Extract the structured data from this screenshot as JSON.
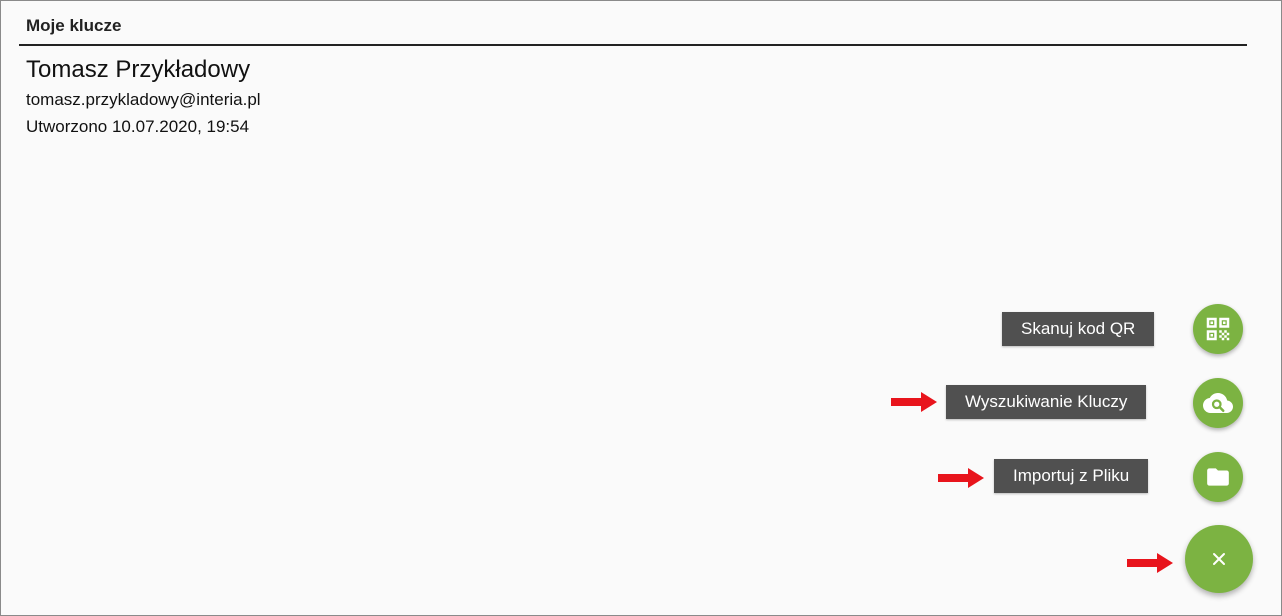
{
  "header": {
    "title": "Moje klucze"
  },
  "key": {
    "name": "Tomasz Przykładowy",
    "email": "tomasz.przykladowy@interia.pl",
    "created": "Utworzono 10.07.2020, 19:54"
  },
  "fab_menu": {
    "items": [
      {
        "label": "Skanuj kod QR",
        "icon": "qr-code-icon"
      },
      {
        "label": "Wyszukiwanie Kluczy",
        "icon": "cloud-search-icon"
      },
      {
        "label": "Importuj z Pliku",
        "icon": "folder-icon"
      }
    ],
    "main_button": {
      "icon": "close-icon"
    }
  },
  "annotations": {
    "arrow_icon": "red-arrow-icon"
  },
  "colors": {
    "fab": "#7cb342",
    "label_bg": "#505050",
    "arrow": "#e8141c"
  }
}
